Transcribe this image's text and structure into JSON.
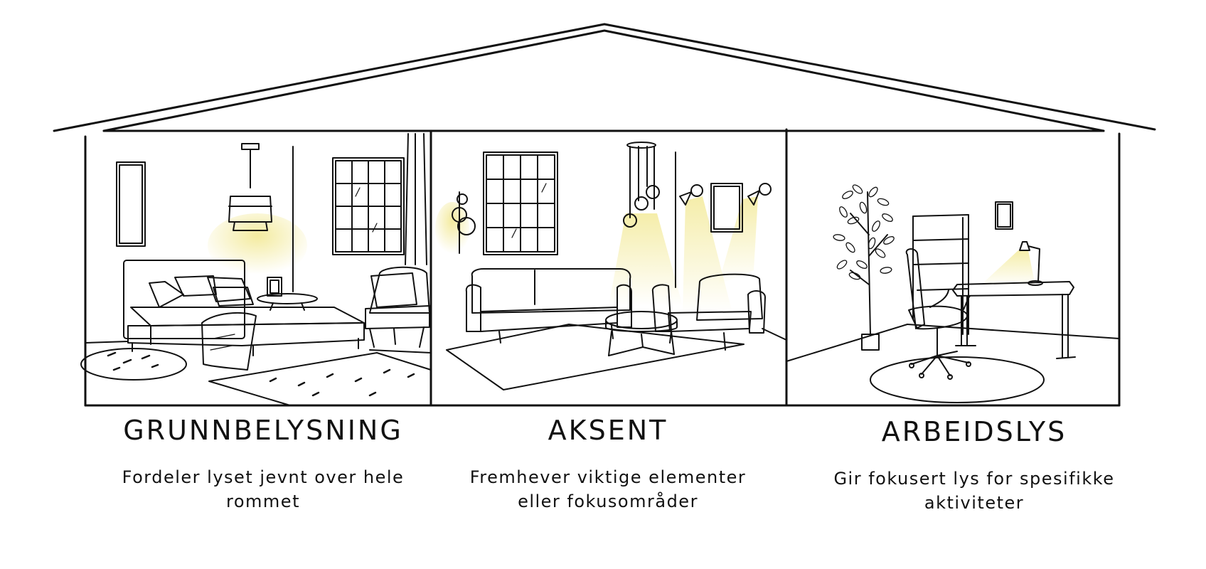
{
  "sections": [
    {
      "title": "GRUNNBELYSNING",
      "desc_line1": "Fordeler lyset jevnt over hele",
      "desc_line2": "rommet"
    },
    {
      "title": "AKSENT",
      "desc_line1": "Fremhever viktige elementer",
      "desc_line2": "eller fokusområder"
    },
    {
      "title": "ARBEIDSLYS",
      "desc_line1": "Gir fokusert lys for spesifikke",
      "desc_line2": "aktiviteter"
    }
  ],
  "colors": {
    "line": "#111111",
    "glow": "#f3ea9a",
    "background": "#ffffff"
  },
  "icons": [
    "pendant-lamp-icon",
    "wall-sconce-icon",
    "spotlight-icon",
    "desk-lamp-icon"
  ]
}
